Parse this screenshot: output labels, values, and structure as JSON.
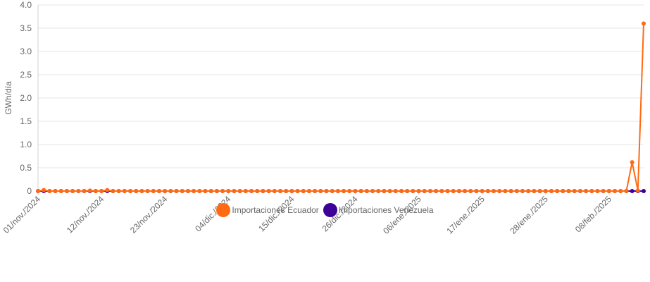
{
  "chart_data": {
    "type": "line",
    "ylabel": "GWh/día",
    "ylim": [
      0,
      4
    ],
    "yticks": [
      "0",
      "0.5",
      "1.0",
      "1.5",
      "2.0",
      "2.5",
      "3.0",
      "3.5",
      "4.0"
    ],
    "ytick_values": [
      0,
      0.5,
      1.0,
      1.5,
      2.0,
      2.5,
      3.0,
      3.5,
      4.0
    ],
    "x_start": "2024-11-01",
    "x_end": "2025-02-14",
    "xticks": [
      {
        "date": "2024-11-01",
        "label": "01/nov./2024"
      },
      {
        "date": "2024-11-12",
        "label": "12/nov./2024"
      },
      {
        "date": "2024-11-23",
        "label": "23/nov./2024"
      },
      {
        "date": "2024-12-04",
        "label": "04/dic./2024"
      },
      {
        "date": "2024-12-15",
        "label": "15/dic./2024"
      },
      {
        "date": "2024-12-26",
        "label": "26/dic./2024"
      },
      {
        "date": "2025-01-06",
        "label": "06/ene./2025"
      },
      {
        "date": "2025-01-17",
        "label": "17/ene./2025"
      },
      {
        "date": "2025-01-28",
        "label": "28/ene./2025"
      },
      {
        "date": "2025-02-08",
        "label": "08/feb./2025"
      }
    ],
    "grid": true,
    "legend_placement": "bottom",
    "series": [
      {
        "name": "Importaciones Venezuela",
        "color": "#3d0099",
        "default": 0,
        "points": []
      },
      {
        "name": "Importaciones Ecuador",
        "color": "#ff6a13",
        "default": 0,
        "points": [
          {
            "date": "2024-11-02",
            "value": 0.02
          },
          {
            "date": "2024-11-10",
            "value": 0.01
          },
          {
            "date": "2024-11-13",
            "value": 0.02
          },
          {
            "date": "2025-02-12",
            "value": 0.62
          },
          {
            "date": "2025-02-13",
            "value": 0.01
          },
          {
            "date": "2025-02-14",
            "value": 3.6
          }
        ]
      }
    ]
  },
  "legend": {
    "items": [
      {
        "label": "Importaciones Ecuador",
        "color": "#ff6a13"
      },
      {
        "label": "Importaciones Venezuela",
        "color": "#3d0099"
      }
    ]
  }
}
